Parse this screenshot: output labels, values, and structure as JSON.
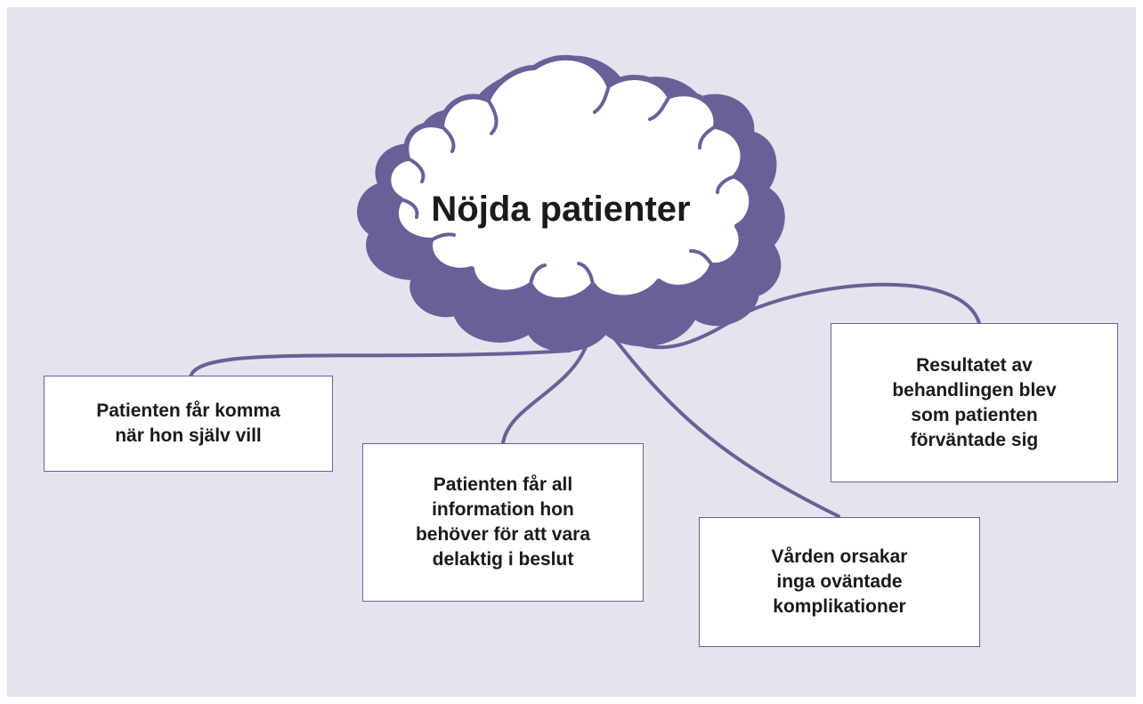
{
  "diagram": {
    "title": "Nöjda patienter",
    "colors": {
      "background": "#e5e3ee",
      "cloud_shadow": "#6a6098",
      "cloud_fill": "#ffffff",
      "connector": "#6a6098"
    },
    "boxes": [
      {
        "id": "box-come-when-wants",
        "text": "Patienten får komma\nnär hon själv vill"
      },
      {
        "id": "box-all-information",
        "text": "Patienten får all\ninformation hon\nbehöver för att vara\ndelaktig i beslut"
      },
      {
        "id": "box-no-complications",
        "text": "Vården orsakar\ninga oväntade\nkomplikationer"
      },
      {
        "id": "box-expected-result",
        "text": "Resultatet av\nbehandlingen blev\nsom patienten\nförväntade sig"
      }
    ]
  }
}
